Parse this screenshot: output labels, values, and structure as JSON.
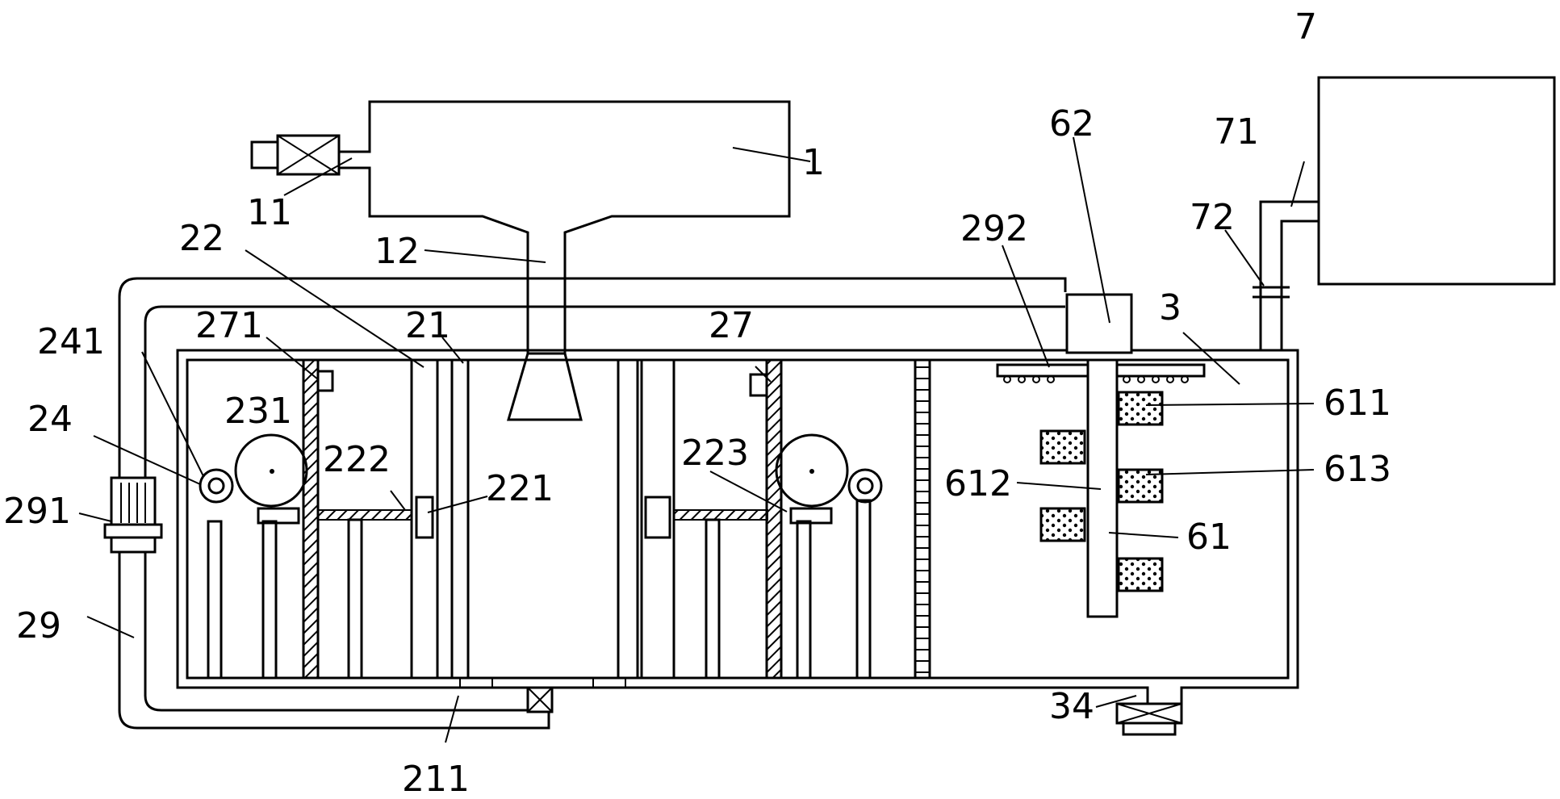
{
  "labels": {
    "l1": "1",
    "l11": "11",
    "l12": "12",
    "l22": "22",
    "l21": "21",
    "l271": "271",
    "l241": "241",
    "l24": "24",
    "l231": "231",
    "l222": "222",
    "l221": "221",
    "l291": "291",
    "l29": "29",
    "l211": "211",
    "l27": "27",
    "l223": "223",
    "l292": "292",
    "l62": "62",
    "l3": "3",
    "l7": "7",
    "l71": "71",
    "l72": "72",
    "l611": "611",
    "l613": "613",
    "l612": "612",
    "l61": "61",
    "l34": "34"
  },
  "colors": {
    "line": "#000000",
    "background": "#ffffff",
    "hatch": "#000000"
  }
}
